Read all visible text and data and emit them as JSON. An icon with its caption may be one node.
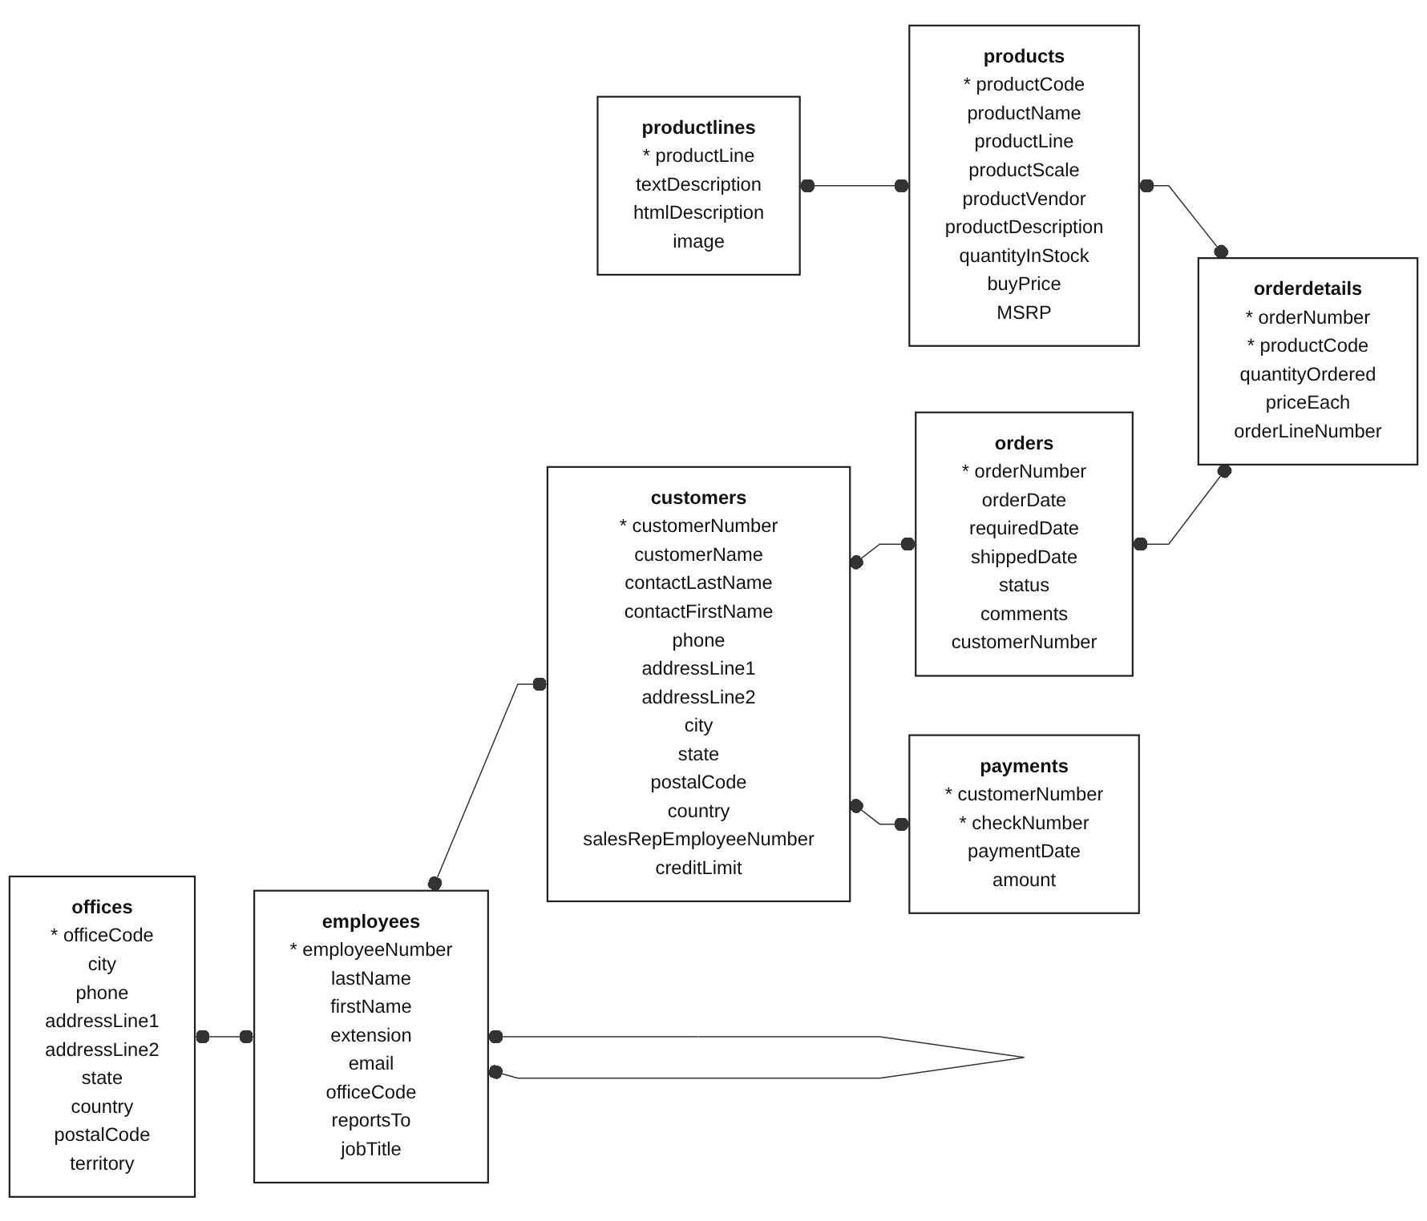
{
  "diagram": {
    "nodes": [
      {
        "text": [
          "productlines",
          "* productLine",
          "textDescription",
          "htmlDescription",
          "image"
        ]
      },
      {
        "text": [
          "products",
          "* productCode",
          "productName",
          "productLine",
          "productScale",
          "productVendor",
          "productDescription",
          "quantityInStock",
          "buyPrice",
          "MSRP"
        ]
      },
      {
        "text": [
          "orderdetails",
          "* orderNumber",
          "* productCode",
          "quantityOrdered",
          "priceEach",
          "orderLineNumber"
        ]
      },
      {
        "text": [
          "employees",
          "* employeeNumber",
          "lastName",
          "firstName",
          "extension",
          "email",
          "officeCode",
          "reportsTo",
          "jobTitle"
        ]
      },
      {
        "text": [
          "customers",
          "* customerNumber",
          "customerName",
          "contactLastName",
          "contactFirstName",
          "phone",
          "addressLine1",
          "addressLine2",
          "city",
          "state",
          "postalCode",
          "country",
          "salesRepEmployeeNumber",
          "creditLimit"
        ]
      },
      {
        "text": [
          "orders",
          "* orderNumber",
          "orderDate",
          "requiredDate",
          "shippedDate",
          "status",
          "comments",
          "customerNumber"
        ]
      },
      {
        "text": [
          "offices",
          "* officeCode",
          "city",
          "phone",
          "addressLine1",
          "addressLine2",
          "state",
          "country",
          "postalCode",
          "territory"
        ]
      },
      {
        "text": [
          "payments",
          "* customerNumber",
          "* checkNumber",
          "paymentDate",
          "amount"
        ]
      }
    ],
    "edges": [
      {
        "from": 0,
        "to": 1,
        "arrow": "other"
      },
      {
        "from": 1,
        "to": 2,
        "arrow": "other"
      },
      {
        "from": 5,
        "to": 2,
        "arrow": "other"
      },
      {
        "from": 3,
        "to": 3,
        "arrow": "other"
      },
      {
        "from": 3,
        "to": 4,
        "arrow": "other"
      },
      {
        "from": 6,
        "to": 3,
        "arrow": "other"
      },
      {
        "from": 4,
        "to": 5,
        "arrow": "other"
      },
      {
        "from": 4,
        "to": 7,
        "arrow": "other"
      }
    ]
  }
}
